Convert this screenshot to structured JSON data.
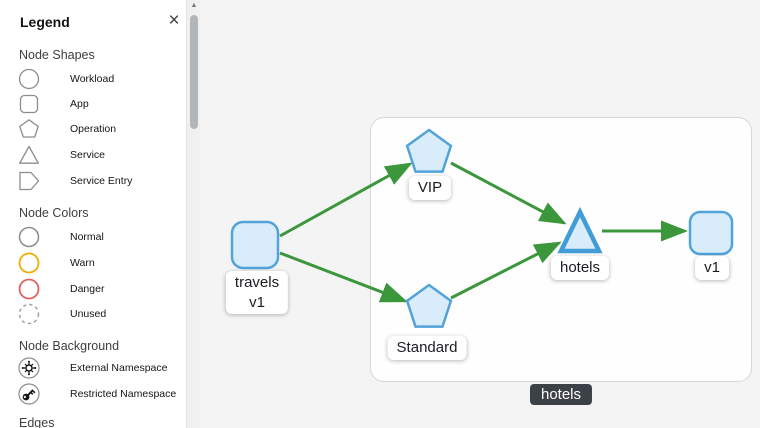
{
  "legend": {
    "title": "Legend",
    "close_glyph": "×",
    "scroll_up_glyph": "▲",
    "sections": {
      "node_shapes": {
        "title": "Node Shapes",
        "items": [
          {
            "label": "Workload",
            "icon": "circle-shape-icon"
          },
          {
            "label": "App",
            "icon": "rounded-square-shape-icon"
          },
          {
            "label": "Operation",
            "icon": "pentagon-shape-icon"
          },
          {
            "label": "Service",
            "icon": "triangle-shape-icon"
          },
          {
            "label": "Service Entry",
            "icon": "tag-shape-icon"
          }
        ]
      },
      "node_colors": {
        "title": "Node Colors",
        "items": [
          {
            "label": "Normal",
            "color": "#8a8d90",
            "style": "solid"
          },
          {
            "label": "Warn",
            "color": "#f0ab00",
            "style": "solid"
          },
          {
            "label": "Danger",
            "color": "#de6261",
            "style": "solid"
          },
          {
            "label": "Unused",
            "color": "#8a8d90",
            "style": "dashed"
          }
        ]
      },
      "node_background": {
        "title": "Node Background",
        "items": [
          {
            "label": "External Namespace",
            "icon": "virus-icon"
          },
          {
            "label": "Restricted Namespace",
            "icon": "key-icon"
          }
        ]
      },
      "edges": {
        "title": "Edges"
      }
    }
  },
  "graph": {
    "namespace": {
      "label": "hotels"
    },
    "nodes": [
      {
        "id": "travels-v1",
        "shape": "app",
        "label_lines": [
          "travels",
          "v1"
        ]
      },
      {
        "id": "vip",
        "shape": "operation",
        "label": "VIP"
      },
      {
        "id": "standard",
        "shape": "operation",
        "label": "Standard"
      },
      {
        "id": "hotels",
        "shape": "service",
        "label": "hotels"
      },
      {
        "id": "v1",
        "shape": "app",
        "label": "v1"
      }
    ],
    "edges": [
      {
        "source": "travels-v1",
        "target": "vip"
      },
      {
        "source": "travels-v1",
        "target": "standard"
      },
      {
        "source": "vip",
        "target": "hotels"
      },
      {
        "source": "standard",
        "target": "hotels"
      },
      {
        "source": "hotels",
        "target": "v1"
      }
    ],
    "colors": {
      "healthy_edge": "#3c963c",
      "node_fill": "#d8ecfa",
      "node_border": "#52a3d9",
      "namespace_badge_bg": "#3c4147",
      "graph_background": "#f4f4f4"
    }
  }
}
